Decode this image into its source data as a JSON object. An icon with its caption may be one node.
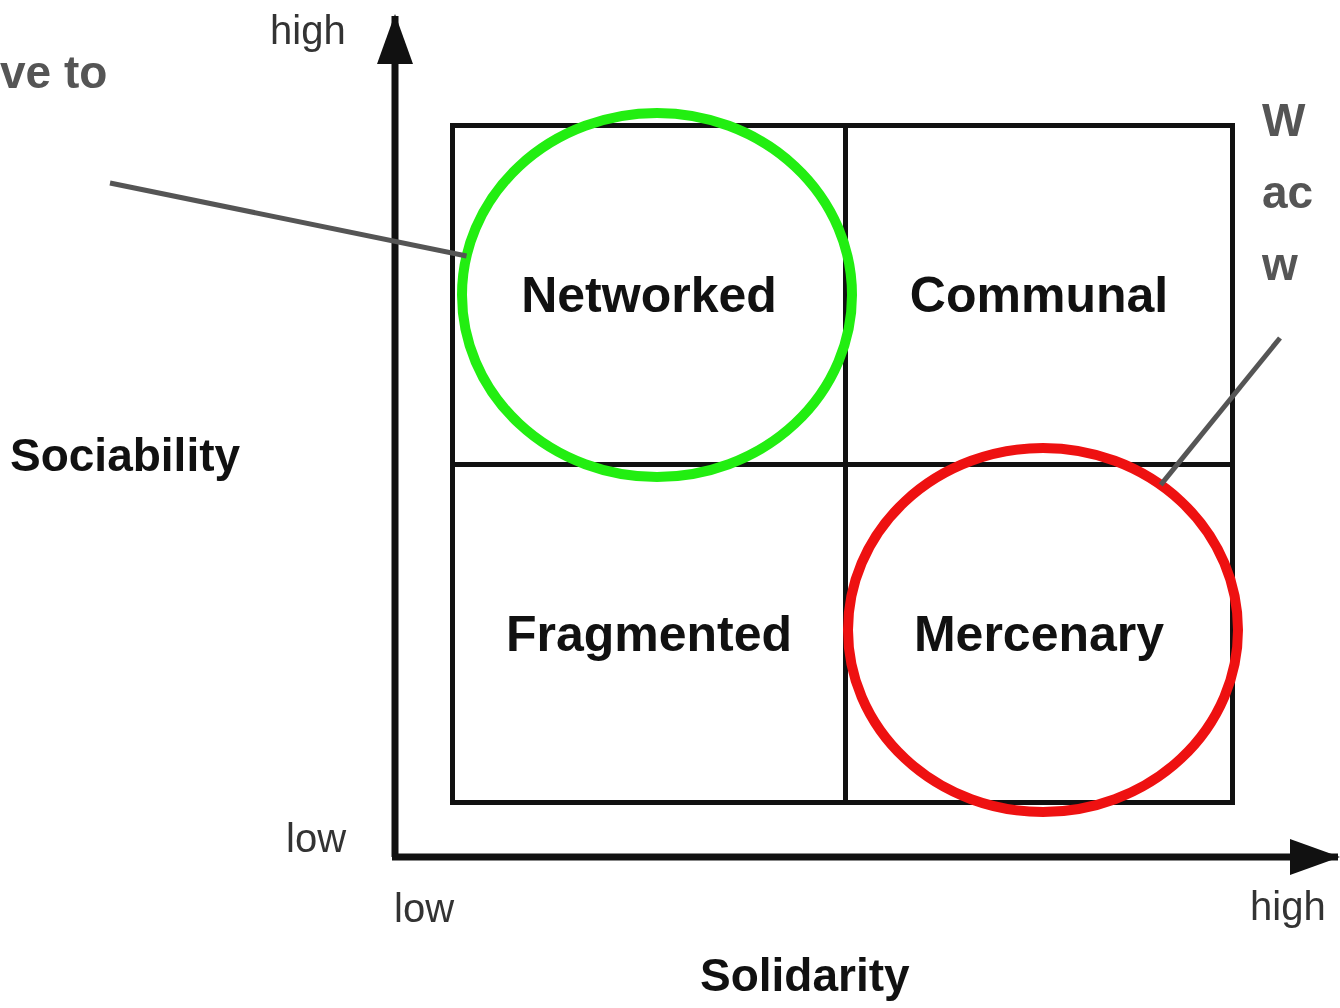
{
  "diagram": {
    "nodes": [
      {
        "text": [
          "ve to"
        ]
      },
      {
        "text": [
          "W ac w"
        ]
      },
      {
        "text": [
          "Networked"
        ]
      },
      {
        "text": [
          "Communal"
        ]
      },
      {
        "text": [
          "Fragmented"
        ]
      },
      {
        "text": [
          "Mercenary"
        ]
      },
      {
        "text": [],
        "shape": "circle"
      },
      {
        "text": [],
        "shape": "circle"
      }
    ],
    "edges": [
      {
        "from": 0,
        "to": 6,
        "arrow": "none"
      },
      {
        "from": 1,
        "to": 7,
        "arrow": "none"
      }
    ],
    "labels": [
      "high",
      "Sociability",
      "low",
      "low",
      "high",
      "Solidarity"
    ]
  }
}
